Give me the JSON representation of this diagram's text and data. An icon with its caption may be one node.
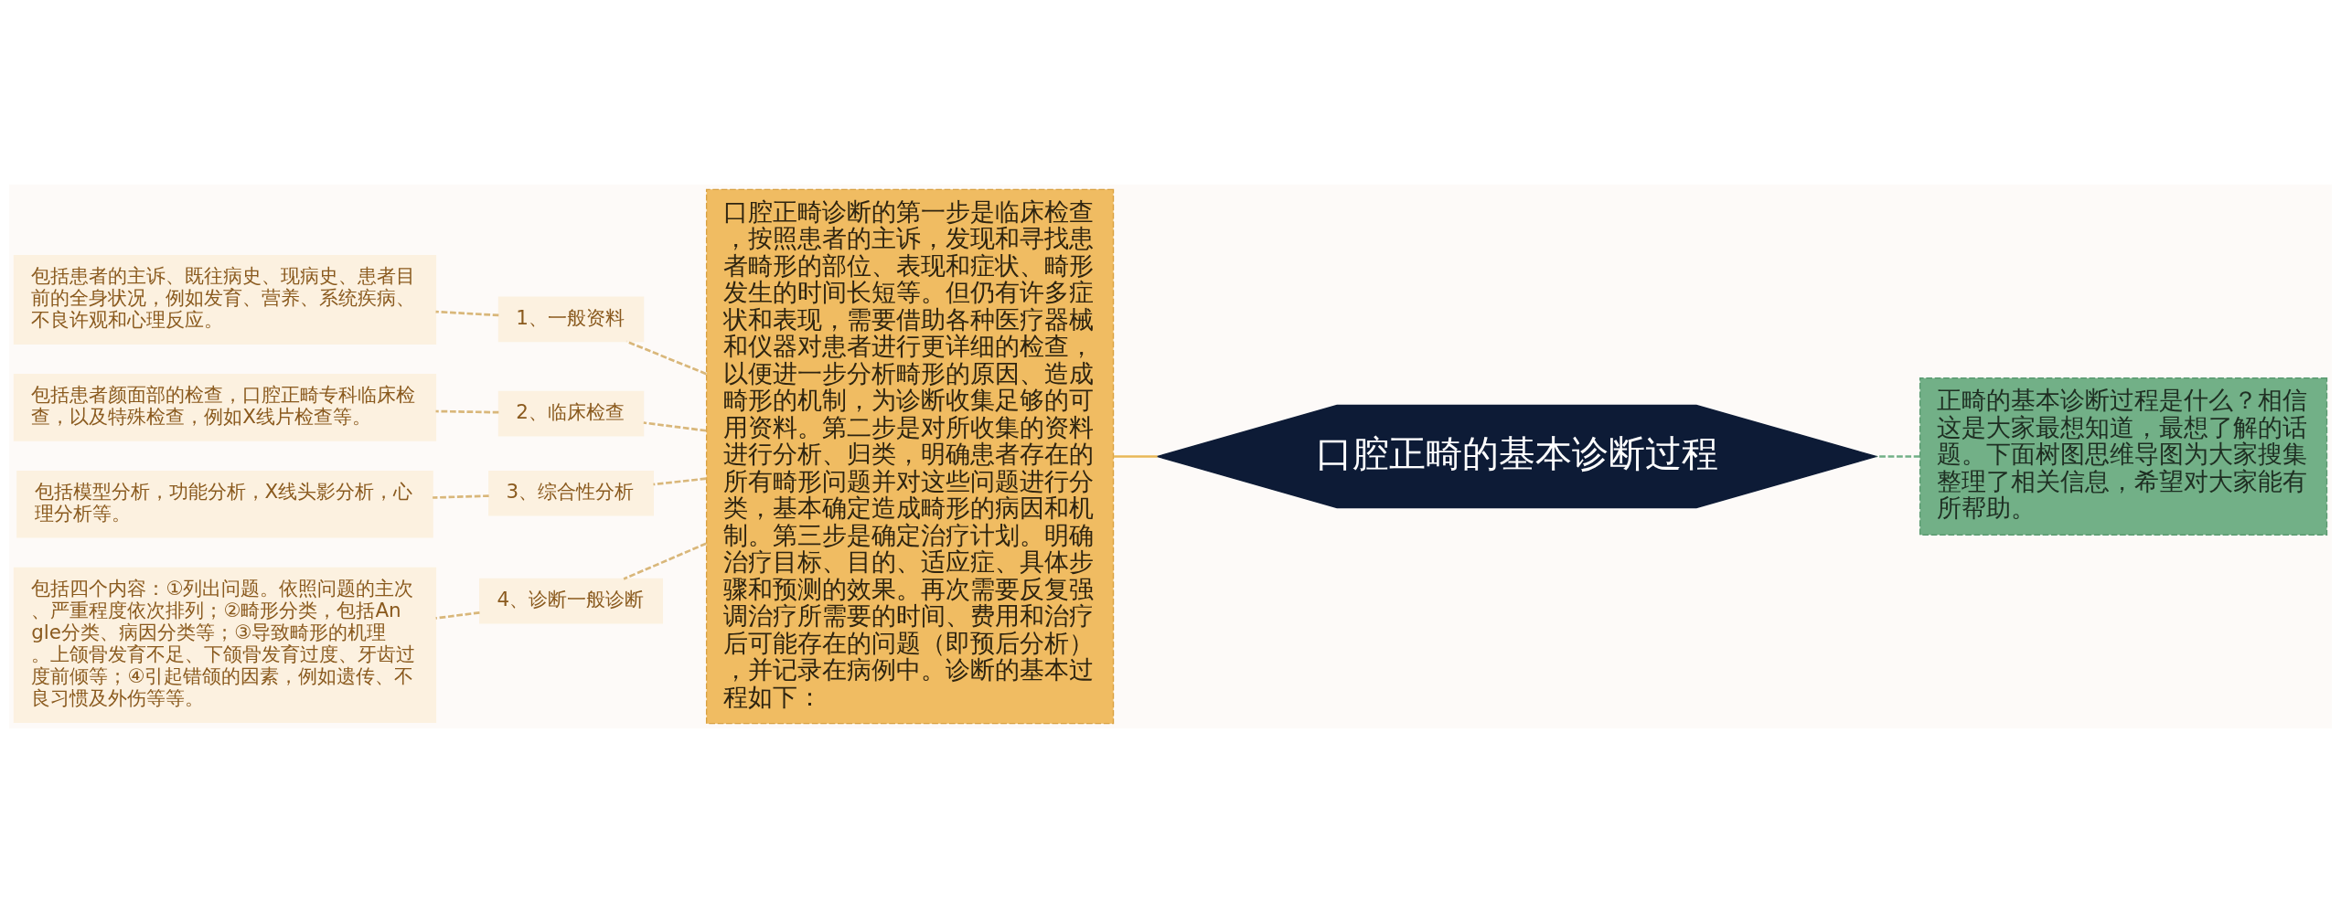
{
  "diagram": {
    "nodes": [
      {
        "text": [
          "口腔正畸的基本诊断过程"
        ]
      },
      {
        "text": [
          "正畸的基本诊断过程是什么？相信这是大家最想知道，最想了解的话题。下面树图思维导图为大家搜集整理了相关信息，希望对大家能有所帮助。"
        ]
      },
      {
        "text": [
          "口腔正畸诊断的第一步是临床检查，按照患者的主诉，发现和寻找患者畸形的部位、表现和症状、畸形发生的时间长短等。但仍有许多症状和表现，需要借助各种医疗器械和仪器对患者进行更详细的检查，以便进一步分析畸形的原因、造成畸形的机制，为诊断收集足够的可用资料。第二步是对所收集的资料进行分析、归类，明确患者存在的所有畸形问题并对这些问题进行分类，基本确定造成畸形的病因和机制。第三步是确定治疗计划。明确治疗目标、目的、适应症、具体步骤和预测的效果。再次需要反复强调治疗所需要的时间、费用和治疗后可能存在的问题（即预后分析），并记录在病例中。诊断的基本过程如下："
        ]
      },
      {
        "text": [
          "1、一般资料"
        ]
      },
      {
        "text": [
          "2、临床检查"
        ]
      },
      {
        "text": [
          "3、综合性分析"
        ]
      },
      {
        "text": [
          "4、诊断一般诊断"
        ]
      },
      {
        "text": [
          "包括患者的主诉、既往病史、现病史、患者目前的全身状况，例如发育、营养、系统疾病、不良许观和心理反应。"
        ]
      },
      {
        "text": [
          "包括患者颜面部的检查，口腔正畸专科临床检查，以及特殊检查，例如X线片检查等。"
        ]
      },
      {
        "text": [
          "包括模型分析，功能分析，X线头影分析，心理分析等。"
        ]
      },
      {
        "text": [
          "包括四个内容：①列出问题。依照问题的主次、严重程度依次排列；②畸形分类，包括Angle分类、病因分类等；③导致畸形的机理。上颌骨发育不足、下颌骨发育过度、牙齿过度前倾等；④引起错颌的因素，例如遗传、不良习惯及外伤等等。"
        ]
      }
    ],
    "edges": [
      {
        "from": 0,
        "to": 1,
        "arrow": "none",
        "style": "dashed",
        "color": "#72b087"
      },
      {
        "from": 0,
        "to": 2,
        "arrow": "none",
        "color": "#e8b858"
      },
      {
        "from": 2,
        "to": 3,
        "arrow": "none",
        "style": "dashed"
      },
      {
        "from": 2,
        "to": 4,
        "arrow": "none",
        "style": "dashed"
      },
      {
        "from": 2,
        "to": 5,
        "arrow": "none",
        "style": "dashed"
      },
      {
        "from": 2,
        "to": 6,
        "arrow": "none",
        "style": "dashed"
      },
      {
        "from": 3,
        "to": 7,
        "arrow": "none",
        "style": "dashed"
      },
      {
        "from": 4,
        "to": 8,
        "arrow": "none",
        "style": "dashed"
      },
      {
        "from": 5,
        "to": 9,
        "arrow": "none",
        "style": "dashed"
      },
      {
        "from": 6,
        "to": 10,
        "arrow": "none",
        "style": "dashed"
      }
    ]
  }
}
